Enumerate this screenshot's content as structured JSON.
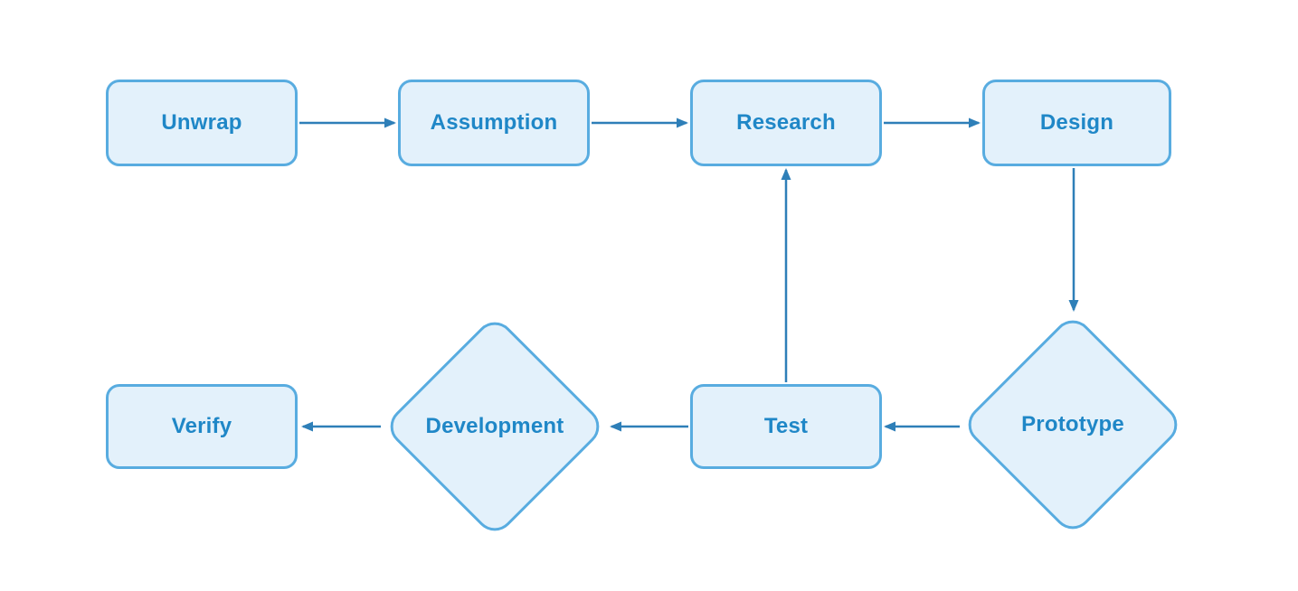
{
  "diagram": {
    "type": "flowchart",
    "background_color": "#ffffff",
    "node_fill_color": "#e3f1fb",
    "node_border_color": "#58ace0",
    "arrow_color": "#2e7fb8",
    "label_color": "#1f87c7",
    "nodes": [
      {
        "id": "unwrap",
        "label": "Unwrap",
        "shape": "rounded-rectangle",
        "row": "top"
      },
      {
        "id": "assumption",
        "label": "Assumption",
        "shape": "rounded-rectangle",
        "row": "top"
      },
      {
        "id": "research",
        "label": "Research",
        "shape": "rounded-rectangle",
        "row": "top"
      },
      {
        "id": "design",
        "label": "Design",
        "shape": "rounded-rectangle",
        "row": "top"
      },
      {
        "id": "prototype",
        "label": "Prototype",
        "shape": "diamond",
        "row": "bottom"
      },
      {
        "id": "test",
        "label": "Test",
        "shape": "rounded-rectangle",
        "row": "bottom"
      },
      {
        "id": "development",
        "label": "Development",
        "shape": "diamond",
        "row": "bottom"
      },
      {
        "id": "verify",
        "label": "Verify",
        "shape": "rounded-rectangle",
        "row": "bottom"
      }
    ],
    "edges": [
      {
        "from": "unwrap",
        "to": "assumption",
        "direction": "right"
      },
      {
        "from": "assumption",
        "to": "research",
        "direction": "right"
      },
      {
        "from": "research",
        "to": "design",
        "direction": "right"
      },
      {
        "from": "design",
        "to": "prototype",
        "direction": "down"
      },
      {
        "from": "prototype",
        "to": "test",
        "direction": "left"
      },
      {
        "from": "test",
        "to": "research",
        "direction": "up"
      },
      {
        "from": "test",
        "to": "development",
        "direction": "left"
      },
      {
        "from": "development",
        "to": "verify",
        "direction": "left"
      }
    ]
  }
}
